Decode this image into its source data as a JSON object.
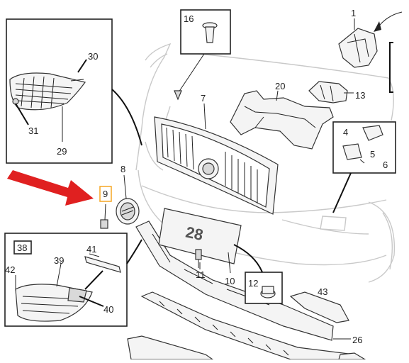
{
  "diagram": {
    "callouts": {
      "c1": "1",
      "c4": "4",
      "c5": "5",
      "c6": "6",
      "c7": "7",
      "c8": "8",
      "c9": "9",
      "c10": "10",
      "c11": "11",
      "c12": "12",
      "c13": "13",
      "c16": "16",
      "c20": "20",
      "c26": "26",
      "c29": "29",
      "c30": "30",
      "c31": "31",
      "c38": "38",
      "c39": "39",
      "c40": "40",
      "c41": "41",
      "c42": "42",
      "c43": "43"
    },
    "plate_text": "28",
    "colors": {
      "arrow": "#e02020",
      "highlight": "#f5a623",
      "line": "#222222"
    }
  }
}
